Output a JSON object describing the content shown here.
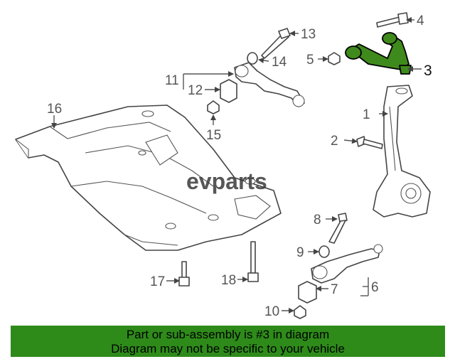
{
  "diagram": {
    "watermark": "evparts",
    "callouts": [
      "1",
      "2",
      "3",
      "4",
      "5",
      "6",
      "7",
      "8",
      "9",
      "10",
      "11",
      "12",
      "13",
      "14",
      "15",
      "16",
      "17",
      "18"
    ],
    "highlight_color": "#3f8a1c"
  },
  "banner": {
    "line1": "Part or sub-assembly is #3 in diagram",
    "line2": "Diagram may not be specific to your vehicle",
    "background": "#2e8b1a"
  }
}
